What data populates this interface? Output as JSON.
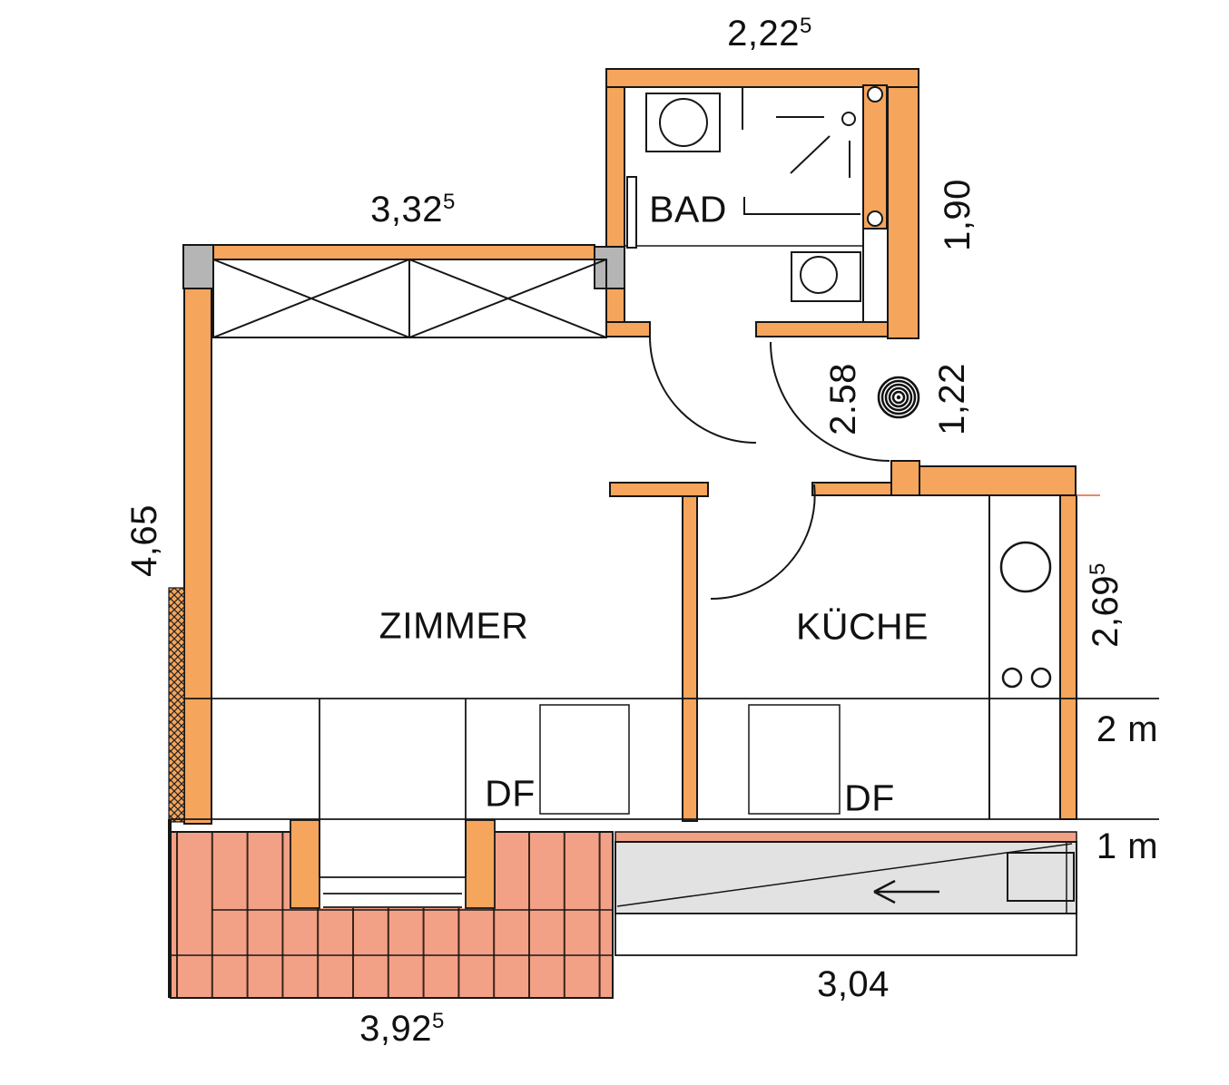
{
  "rooms": {
    "bad": "BAD",
    "zimmer": "ZIMMER",
    "kueche": "KÜCHE"
  },
  "roof_windows": {
    "left": "DF",
    "right": "DF"
  },
  "dimensions": {
    "bad_width": {
      "value": "2,22",
      "sup": "5"
    },
    "wardrobe_width": {
      "value": "3,32",
      "sup": "5"
    },
    "bad_depth": {
      "value": "1,90",
      "sup": ""
    },
    "hall_length": {
      "value": "2.58",
      "sup": ""
    },
    "hall_width": {
      "value": "1,22",
      "sup": ""
    },
    "zimmer_depth": {
      "value": "4,65",
      "sup": ""
    },
    "kueche_depth": {
      "value": "2,69",
      "sup": "5"
    },
    "terrace_width": {
      "value": "3,92",
      "sup": "5"
    },
    "ramp_length": {
      "value": "3,04",
      "sup": ""
    }
  },
  "height_markers": {
    "two_meter": "2 m",
    "one_meter": "1 m"
  },
  "colors": {
    "wall": "#F5A55C",
    "terrace": "#F2A186",
    "ramp": "#E2E2E2",
    "block": "#B5B5B5",
    "line": "#161616",
    "hairline": "#E0603C"
  }
}
